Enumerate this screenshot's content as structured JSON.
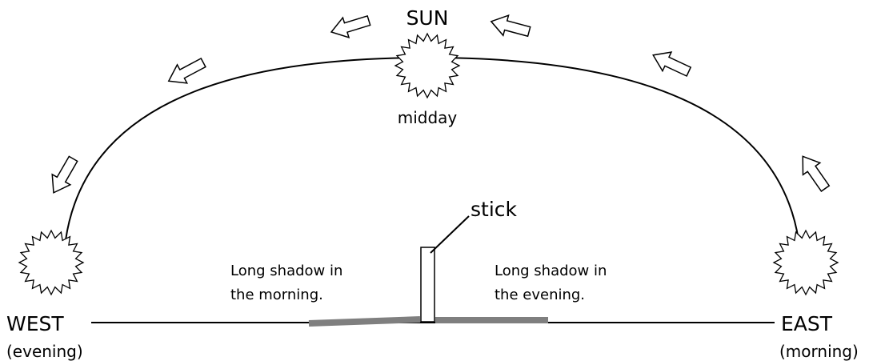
{
  "labels": {
    "sun": "SUN",
    "midday": "midday",
    "stick": "stick",
    "west": "WEST",
    "west_time": "(evening)",
    "east": "EAST",
    "east_time": "(morning)",
    "shadow_left_line1": "Long shadow in",
    "shadow_left_line2": "the morning.",
    "shadow_right_line1": "Long shadow in",
    "shadow_right_line2": "the evening."
  },
  "colors": {
    "shadow": "#7f7f7f",
    "line": "#000000"
  }
}
